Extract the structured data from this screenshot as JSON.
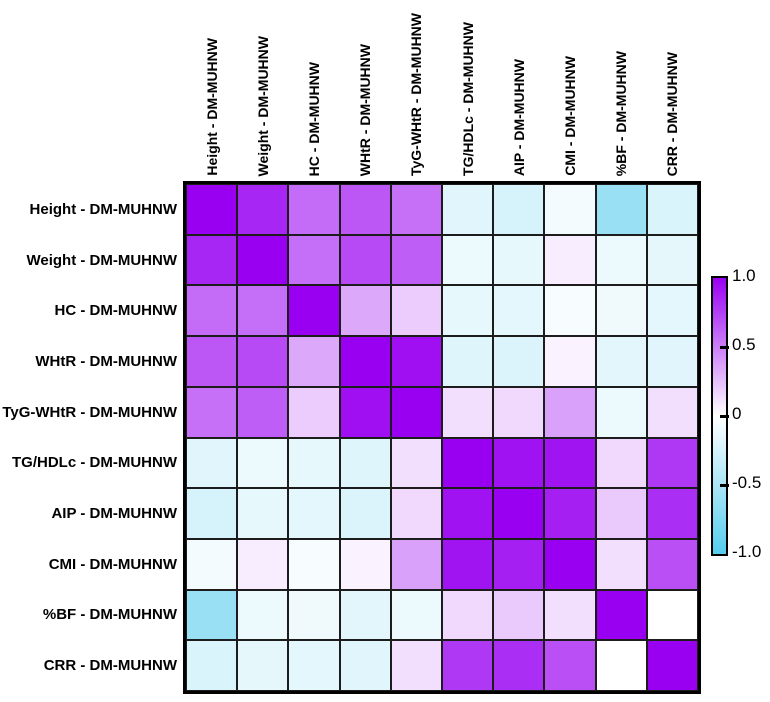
{
  "figure": {
    "background": "#ffffff",
    "grid_line_color": "#1c1c1c",
    "border_color": "#000000"
  },
  "chart_data": {
    "type": "heatmap",
    "subtype": "correlation-matrix",
    "title": "",
    "variables": [
      "Height - DM-MUHNW",
      "Weight - DM-MUHNW",
      "HC - DM-MUHNW",
      "WHtR - DM-MUHNW",
      "TyG-WHtR - DM-MUHNW",
      "TG/HDLc - DM-MUHNW",
      "AIP - DM-MUHNW",
      "CMI - DM-MUHNW",
      "%BF - DM-MUHNW",
      "CRR - DM-MUHNW"
    ],
    "matrix": [
      [
        1.0,
        0.85,
        0.58,
        0.66,
        0.56,
        -0.18,
        -0.24,
        -0.07,
        -0.6,
        -0.22
      ],
      [
        0.85,
        1.0,
        0.57,
        0.71,
        0.63,
        -0.11,
        -0.14,
        0.07,
        -0.11,
        -0.15
      ],
      [
        0.58,
        0.57,
        1.0,
        0.34,
        0.2,
        -0.14,
        -0.16,
        -0.05,
        -0.09,
        -0.16
      ],
      [
        0.66,
        0.71,
        0.34,
        1.0,
        0.94,
        -0.19,
        -0.21,
        0.05,
        -0.17,
        -0.18
      ],
      [
        0.56,
        0.63,
        0.2,
        0.94,
        1.0,
        0.13,
        0.15,
        0.37,
        -0.11,
        0.13
      ],
      [
        -0.18,
        -0.11,
        -0.14,
        -0.19,
        0.13,
        1.0,
        0.93,
        0.92,
        0.15,
        0.78
      ],
      [
        -0.24,
        -0.14,
        -0.16,
        -0.21,
        0.15,
        0.93,
        1.0,
        0.88,
        0.21,
        0.82
      ],
      [
        -0.07,
        0.07,
        -0.05,
        0.05,
        0.37,
        0.92,
        0.88,
        1.0,
        0.13,
        0.69
      ],
      [
        -0.6,
        -0.11,
        -0.09,
        -0.17,
        -0.11,
        0.15,
        0.21,
        0.13,
        1.0,
        0.0
      ],
      [
        -0.22,
        -0.15,
        -0.16,
        -0.18,
        0.13,
        0.78,
        0.82,
        0.69,
        0.0,
        1.0
      ]
    ],
    "colorbar": {
      "min": -1,
      "max": 1,
      "tick_labels": [
        "1.0",
        "0.5",
        "0",
        "-0.5",
        "-1.0"
      ],
      "tick_values": [
        1.0,
        0.5,
        0,
        -0.5,
        -1.0
      ],
      "color_max": "#9900F1",
      "color_mid": "#FFFFFF",
      "color_min": "#55CCEE",
      "position": "right"
    },
    "legend": "none",
    "grid": "cell-borders"
  }
}
